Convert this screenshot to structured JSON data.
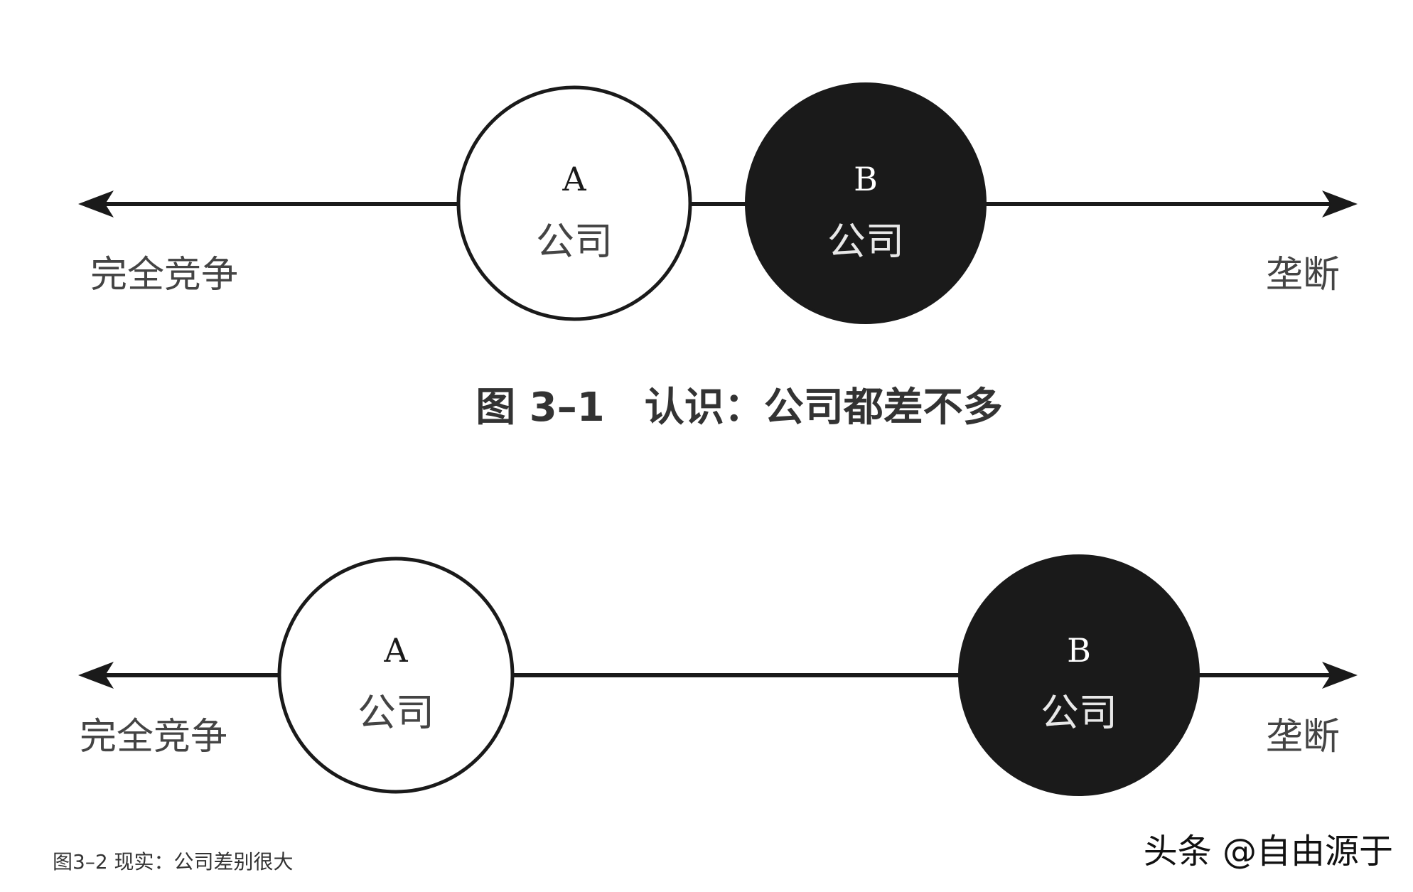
{
  "figure1": {
    "caption": "图 3–1　认识：公司都差不多",
    "left_label": "完全竞争",
    "right_label": "垄断",
    "company_a": {
      "letter": "A",
      "label": "公司"
    },
    "company_b": {
      "letter": "B",
      "label": "公司"
    }
  },
  "figure2": {
    "caption": "图3–2 现实：公司差别很大",
    "left_label": "完全竞争",
    "right_label": "垄断",
    "company_a": {
      "letter": "A",
      "label": "公司"
    },
    "company_b": {
      "letter": "B",
      "label": "公司"
    }
  },
  "watermark": "头条 @自由源于",
  "colors": {
    "ink": "#1a1a1a",
    "label_gray": "#444444",
    "caption_gray": "#333333",
    "background": "#ffffff"
  }
}
